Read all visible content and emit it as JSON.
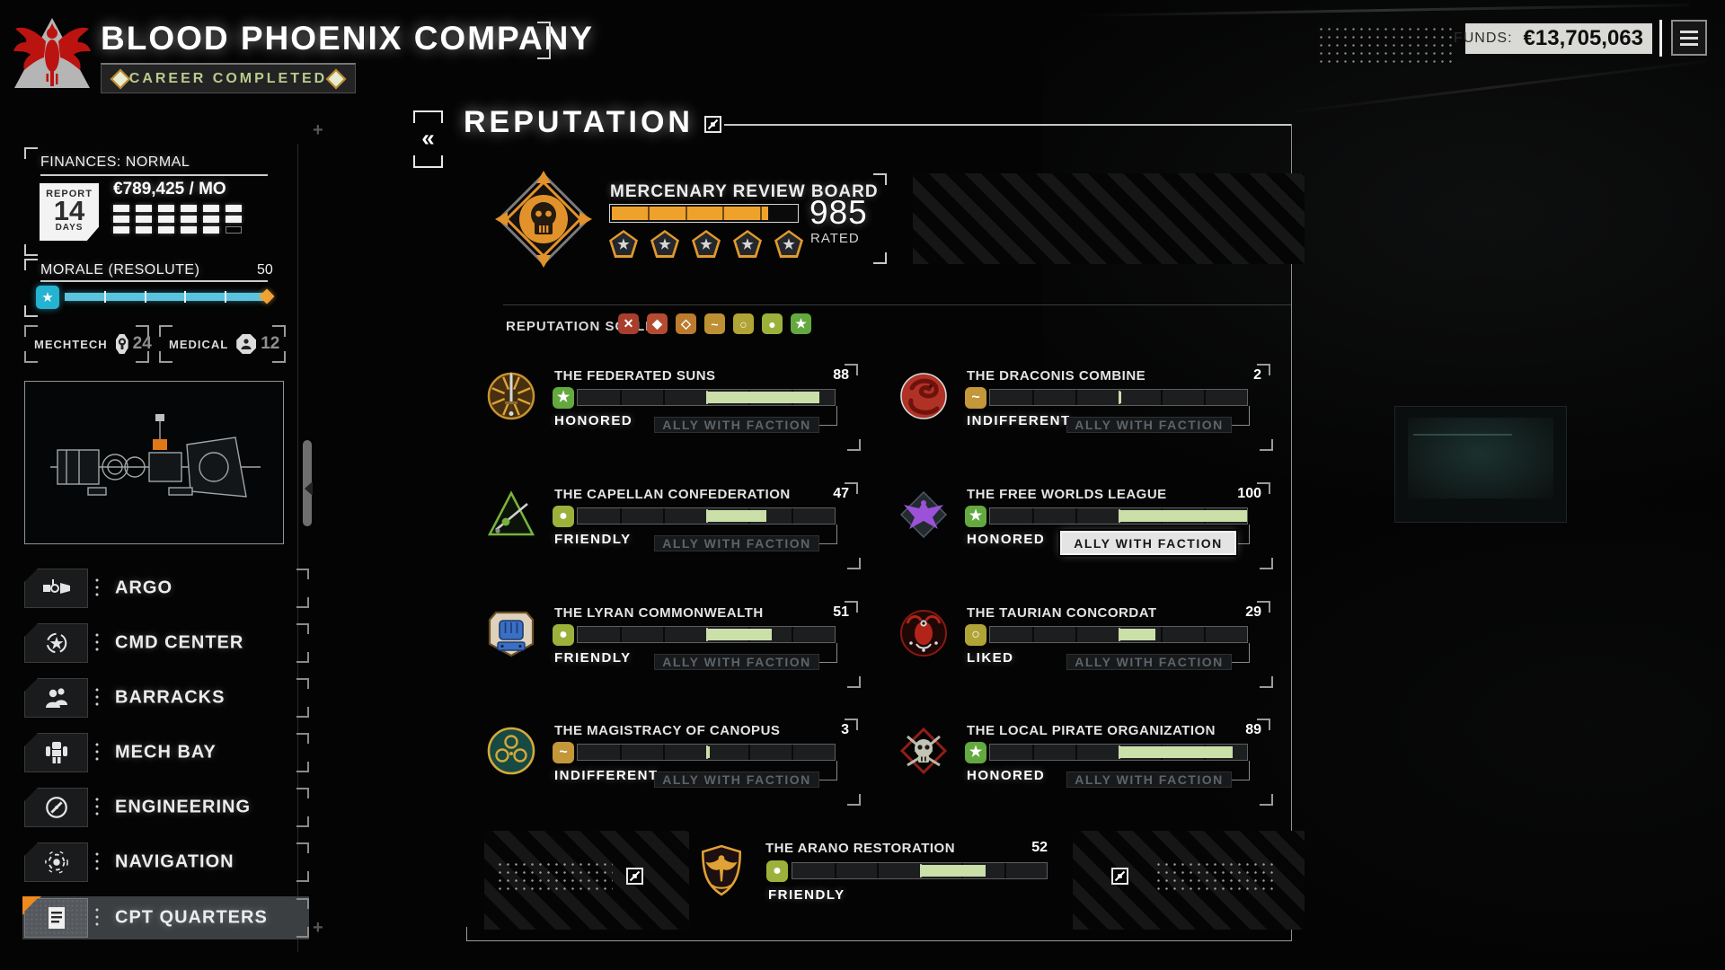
{
  "header": {
    "company_name": "BLOOD PHOENIX COMPANY",
    "career_banner": "CAREER COMPLETED",
    "funds_label": "FUNDS:",
    "funds_value": "€13,705,063"
  },
  "sidebar": {
    "finances": {
      "title": "FINANCES: NORMAL",
      "report_label": "REPORT",
      "report_days": "14",
      "days_label": "DAYS",
      "monthly_income": "€789,425 / MO"
    },
    "morale": {
      "label": "MORALE (RESOLUTE)",
      "value": "50"
    },
    "stats": [
      {
        "label": "MECHTECH",
        "value": "24",
        "icon": "wrench-icon"
      },
      {
        "label": "MEDICAL",
        "value": "12",
        "icon": "medic-icon"
      }
    ],
    "nav": [
      {
        "label": "ARGO",
        "icon": "argo-ship-icon",
        "active": false
      },
      {
        "label": "CMD CENTER",
        "icon": "command-star-icon",
        "active": false
      },
      {
        "label": "BARRACKS",
        "icon": "people-icon",
        "active": false
      },
      {
        "label": "MECH BAY",
        "icon": "mech-icon",
        "active": false
      },
      {
        "label": "ENGINEERING",
        "icon": "compass-icon",
        "active": false
      },
      {
        "label": "NAVIGATION",
        "icon": "orbit-icon",
        "active": false
      },
      {
        "label": "CPT QUARTERS",
        "icon": "document-icon",
        "active": true
      }
    ]
  },
  "main": {
    "title": "REPUTATION",
    "back_icon": "«",
    "mrb": {
      "name": "MERCENARY REVIEW BOARD",
      "fill": "85%",
      "rating": "985",
      "rating_label": "RATED",
      "star_glyph": "★",
      "stars": 5
    },
    "scale_label": "REPUTATION SCALE:",
    "scale_icons": [
      {
        "name": "hostile",
        "glyph": "✕",
        "color": "#a93e2c"
      },
      {
        "name": "hated",
        "glyph": "◆",
        "color": "#b54c31"
      },
      {
        "name": "disliked",
        "glyph": "◇",
        "color": "#bd7b2e"
      },
      {
        "name": "indifferent",
        "glyph": "~",
        "color": "#bd9133"
      },
      {
        "name": "liked",
        "glyph": "○",
        "color": "#b1a437"
      },
      {
        "name": "friendly",
        "glyph": "●",
        "color": "#9cb13b"
      },
      {
        "name": "honored",
        "glyph": "★",
        "color": "#63a93f"
      }
    ],
    "ally_button_label": "ALLY WITH FACTION",
    "factions": [
      {
        "name": "THE FEDERATED SUNS",
        "value": "88",
        "status": "HONORED",
        "badge_glyph": "★",
        "badge_color": "#63a93f",
        "fill": "44%"
      },
      {
        "name": "THE DRACONIS COMBINE",
        "value": "2",
        "status": "INDIFFERENT",
        "badge_glyph": "~",
        "badge_color": "#c3973a",
        "fill": "1%"
      },
      {
        "name": "THE CAPELLAN CONFEDERATION",
        "value": "47",
        "status": "FRIENDLY",
        "badge_glyph": "●",
        "badge_color": "#9cb13b",
        "fill": "23.5%"
      },
      {
        "name": "THE FREE WORLDS LEAGUE",
        "value": "100",
        "status": "HONORED",
        "badge_glyph": "★",
        "badge_color": "#63a93f",
        "fill": "50%"
      },
      {
        "name": "THE LYRAN COMMONWEALTH",
        "value": "51",
        "status": "FRIENDLY",
        "badge_glyph": "●",
        "badge_color": "#9cb13b",
        "fill": "25.5%"
      },
      {
        "name": "THE TAURIAN CONCORDAT",
        "value": "29",
        "status": "LIKED",
        "badge_glyph": "○",
        "badge_color": "#b1a437",
        "fill": "14.5%"
      },
      {
        "name": "THE MAGISTRACY OF CANOPUS",
        "value": "3",
        "status": "INDIFFERENT",
        "badge_glyph": "~",
        "badge_color": "#c3973a",
        "fill": "1.5%"
      },
      {
        "name": "THE LOCAL PIRATE ORGANIZATION",
        "value": "89",
        "status": "HONORED",
        "badge_glyph": "★",
        "badge_color": "#63a93f",
        "fill": "44.5%"
      },
      {
        "name": "THE ARANO RESTORATION",
        "value": "52",
        "status": "FRIENDLY",
        "badge_glyph": "●",
        "badge_color": "#9cb13b",
        "fill": "26%"
      }
    ]
  }
}
